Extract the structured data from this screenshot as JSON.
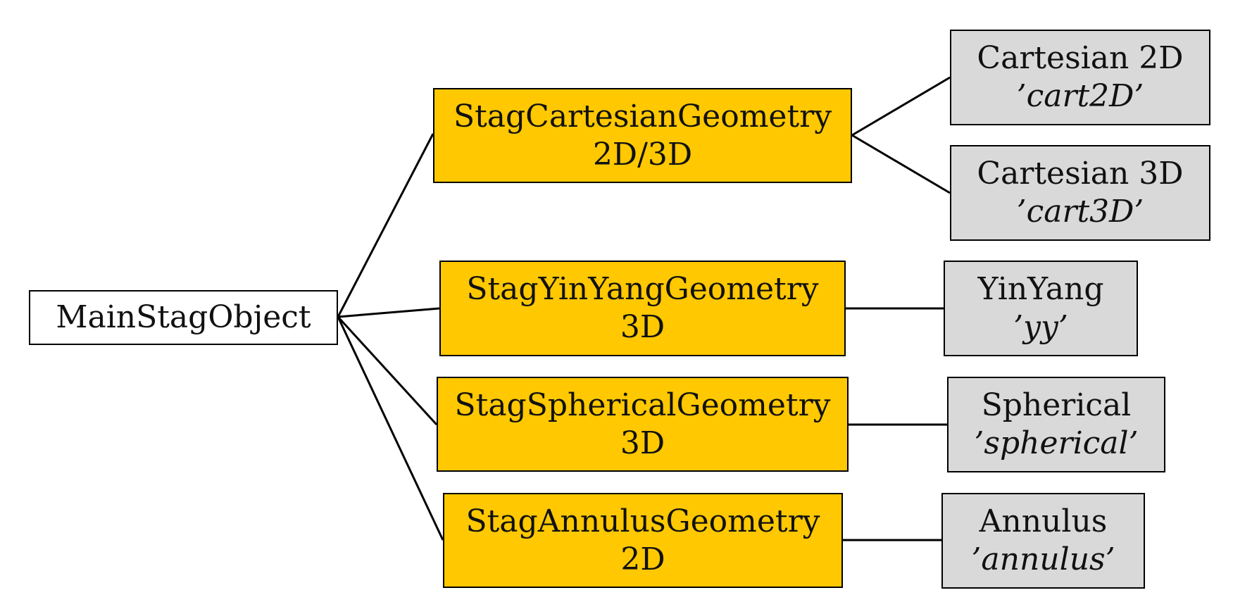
{
  "colors": {
    "root_fill": "#ffffff",
    "class_fill": "#ffc800",
    "leaf_fill": "#d9d9d9",
    "stroke": "#000000"
  },
  "root": {
    "label": "MainStagObject"
  },
  "classes": [
    {
      "name": "StagCartesianGeometry",
      "dims": "2D/3D"
    },
    {
      "name": "StagYinYangGeometry",
      "dims": "3D"
    },
    {
      "name": "StagSphericalGeometry",
      "dims": "3D"
    },
    {
      "name": "StagAnnulusGeometry",
      "dims": "2D"
    }
  ],
  "leaves": [
    {
      "title": "Cartesian 2D",
      "code": "’cart2D’"
    },
    {
      "title": "Cartesian 3D",
      "code": "’cart3D’"
    },
    {
      "title": "YinYang",
      "code": "’yy’"
    },
    {
      "title": "Spherical",
      "code": "’spherical’"
    },
    {
      "title": "Annulus",
      "code": "’annulus’"
    }
  ]
}
